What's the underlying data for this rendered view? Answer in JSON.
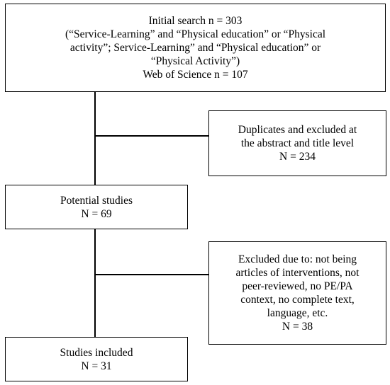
{
  "flowchart": {
    "initial_search": {
      "lines": [
        "Initial search n = 303",
        "(“Service-Learning” and “Physical education” or “Physical",
        "activity”; Service-Learning” and “Physical education” or",
        "“Physical Activity”)",
        "Web of Science n = 107"
      ]
    },
    "duplicates_excluded": {
      "lines": [
        "Duplicates and excluded at",
        "the abstract and title level",
        "N = 234"
      ]
    },
    "potential_studies": {
      "lines": [
        "Potential studies",
        "N = 69"
      ]
    },
    "excluded_reasons": {
      "lines": [
        "Excluded due to: not being",
        "articles of interventions, not",
        "peer-reviewed, no PE/PA",
        "context, no complete text,",
        "language, etc.",
        "N = 38"
      ]
    },
    "studies_included": {
      "lines": [
        "Studies included",
        "N = 31"
      ]
    }
  }
}
